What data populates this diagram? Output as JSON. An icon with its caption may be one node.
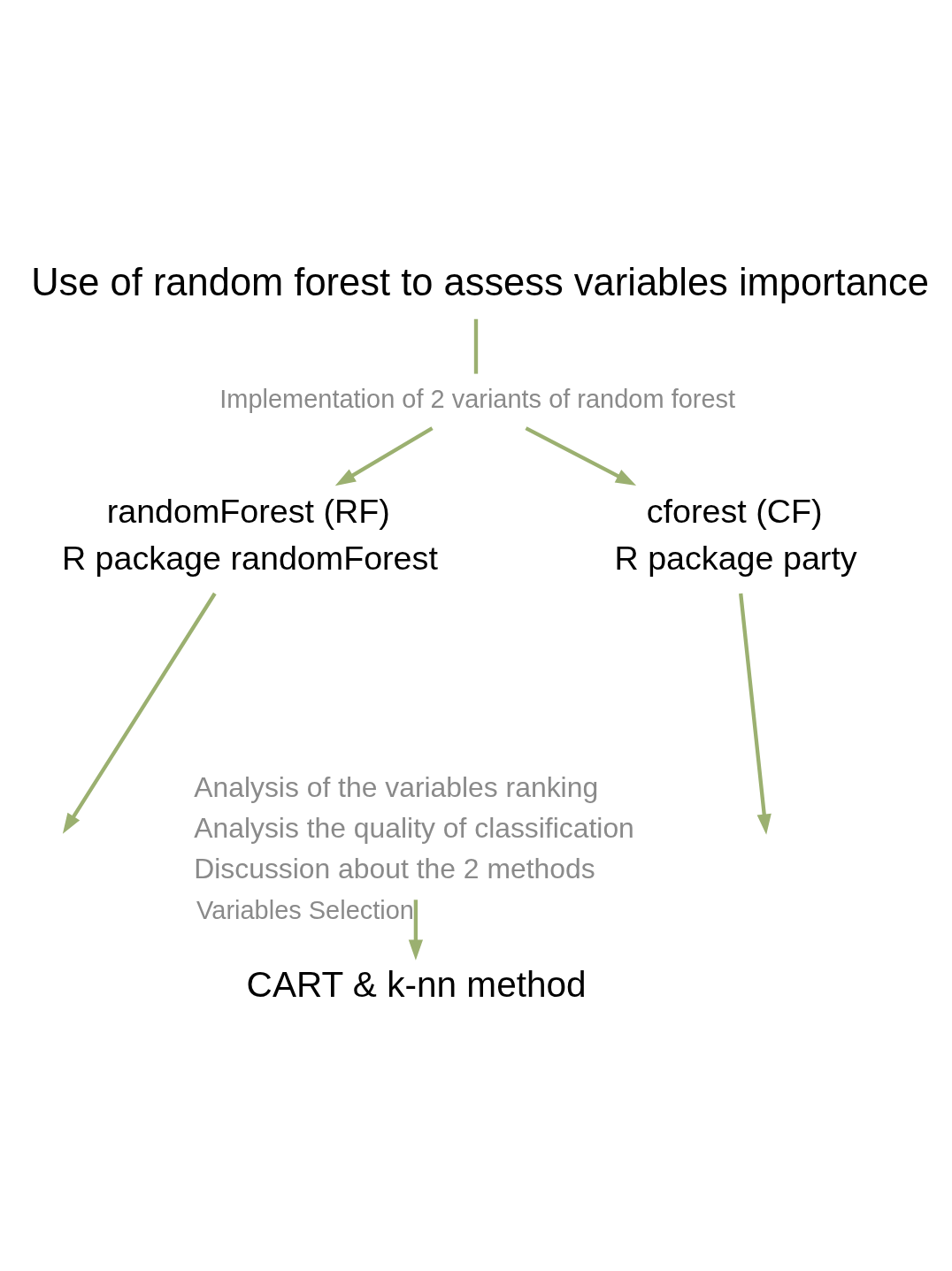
{
  "diagram": {
    "nodes": [
      {
        "text": [
          "Use of random forest to assess variables importance"
        ]
      },
      {
        "text": [
          "Implementation of 2 variants of random forest"
        ]
      },
      {
        "text": [
          "randomForest (RF)",
          "R package randomForest"
        ]
      },
      {
        "text": [
          "cforest (CF)",
          "R package party"
        ]
      },
      {
        "text": [
          "Analysis of the variables ranking",
          "Analysis the quality of classification",
          "Discussion about the 2 methods"
        ]
      },
      {
        "text": [
          "CART & k-nn method"
        ]
      }
    ],
    "edges": [
      {
        "from": 0,
        "to": 1,
        "arrow": "none"
      },
      {
        "from": 1,
        "to": 2,
        "arrow": "to"
      },
      {
        "from": 1,
        "to": 3,
        "arrow": "to"
      },
      {
        "from": 2,
        "to": null,
        "arrow": "to"
      },
      {
        "from": 3,
        "to": null,
        "arrow": "to"
      },
      {
        "from": 4,
        "to": 5,
        "arrow": "to",
        "label": "Variables Selection"
      }
    ]
  }
}
